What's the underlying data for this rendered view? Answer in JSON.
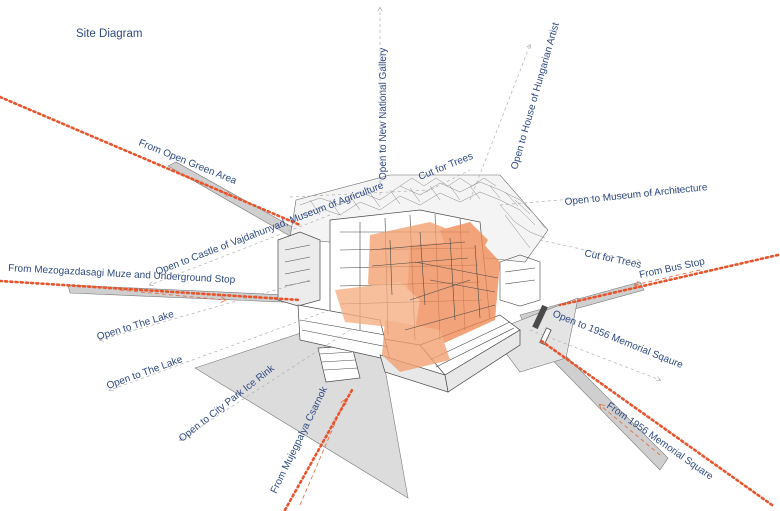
{
  "diagram": {
    "title": "Site Diagram",
    "colors": {
      "label_text": "#2f4a84",
      "approach_dots": "#e8542c",
      "orange_volume": "#f08a54",
      "path_grey": "#cfcfcf",
      "plaza_grey": "#dcdcdc",
      "line_dark": "#4a4a4a"
    },
    "labels": {
      "new_national_gallery": "Open to New National Gallery",
      "house_hungarian_artist": "Open to House of Hungarian Artist",
      "cut_trees_top": "Cut for Trees",
      "museum_architecture": "Open to Museum of Architecture",
      "open_green_area": "From Open Green Area",
      "castle_vajdahunyad": "Open to Castle of Vajdahunyad, Museum of Agriculture",
      "cut_trees_right": "Cut for Trees",
      "bus_stop": "From Bus Stop",
      "mezogazdasagi": "From Mezogazdasagi Muze and Underground Stop",
      "the_lake_1": "Open to The Lake",
      "memorial_square_open": "Open to 1956 Memorial Sqaure",
      "the_lake_2": "Open to The Lake",
      "ice_rink": "Open to City Park Ice Rink",
      "memorial_square_from": "From 1956 Memorial Square",
      "mujegpalya": "From Mujegpalya Csarnok"
    }
  }
}
